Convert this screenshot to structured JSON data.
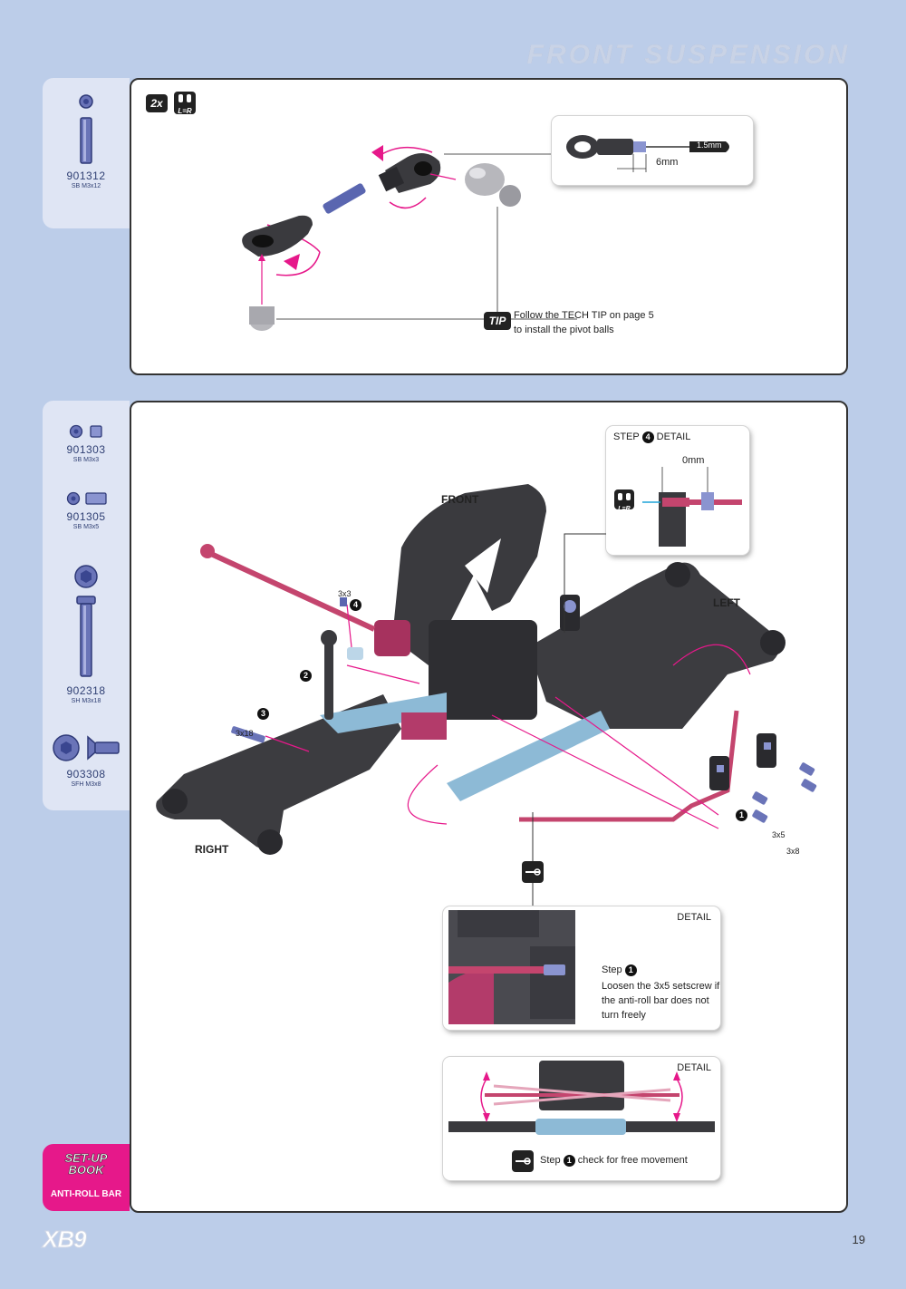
{
  "header": {
    "title": "FRONT SUSPENSION"
  },
  "panel1": {
    "parts": [
      {
        "number": "901312",
        "desc": "SB M3x12"
      }
    ],
    "qty_badge": "2x",
    "lr_badge": "L=R",
    "tool_callout": {
      "tool_size": "1.5mm",
      "dimension": "6mm"
    },
    "tip": {
      "badge": "TIP",
      "line1": "Follow the TECH TIP on page 5",
      "line2": "to install the pivot balls"
    }
  },
  "panel2": {
    "parts": [
      {
        "number": "901303",
        "desc": "SB M3x3"
      },
      {
        "number": "901305",
        "desc": "SB M3x5"
      },
      {
        "number": "902318",
        "desc": "SH M3x18"
      },
      {
        "number": "903308",
        "desc": "SFH M3x8"
      }
    ],
    "step4_detail": {
      "title": "STEP",
      "title_num": "4",
      "title_suffix": "DETAIL",
      "dimension": "0mm",
      "lr_badge": "L=R"
    },
    "labels": {
      "front": "FRONT",
      "left": "LEFT",
      "right": "RIGHT",
      "screw_3x3": "3x3",
      "screw_3x18": "3x18",
      "screw_3x5": "3x5",
      "screw_3x8": "3x8",
      "step1": "1",
      "step2": "2",
      "step3": "3",
      "step4": "4"
    },
    "detail1": {
      "title": "DETAIL",
      "step_label": "Step",
      "step_num": "1",
      "line1": "Loosen the 3x5 setscrew if",
      "line2": "the anti-roll bar does not",
      "line3": "turn freely"
    },
    "detail2": {
      "title": "DETAIL",
      "step_label": "Step",
      "step_num": "1",
      "text": "check for free movement"
    }
  },
  "footer": {
    "setup_line1": "SET-UP",
    "setup_line2": "BOOK",
    "section": "ANTI-ROLL BAR",
    "brand": "XB9",
    "page": "19"
  },
  "colors": {
    "background": "#bccde9",
    "sidebar": "#dfe5f4",
    "accent_pink": "#e6188a",
    "part_blue": "#5561a8",
    "chassis": "#3a3a3e",
    "bar": "#c4456e"
  }
}
